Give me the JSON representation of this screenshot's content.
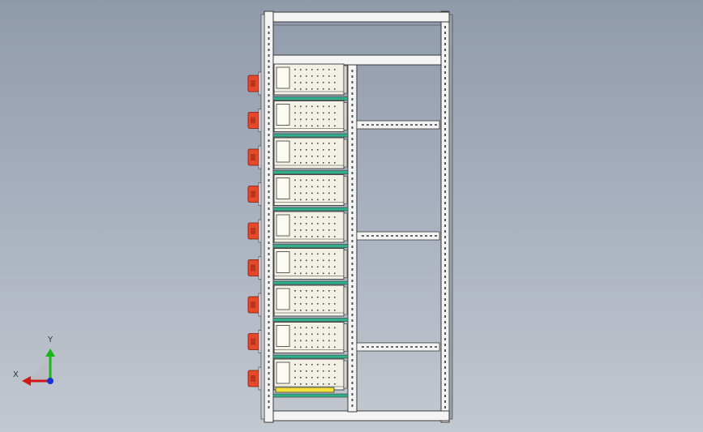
{
  "triad": {
    "x_label": "X",
    "y_label": "Y",
    "colors": {
      "x": "#d01818",
      "y": "#18b818",
      "z": "#1830d0"
    }
  },
  "model": {
    "module_count": 9,
    "shelf_count": 3,
    "colors": {
      "frame": "#f2f2f2",
      "outline": "#3a3a3a",
      "module": "#f3f1e6",
      "separator": "#2fb08a",
      "breaker": "#e8482a",
      "base_plate": "#f2e23a"
    }
  }
}
